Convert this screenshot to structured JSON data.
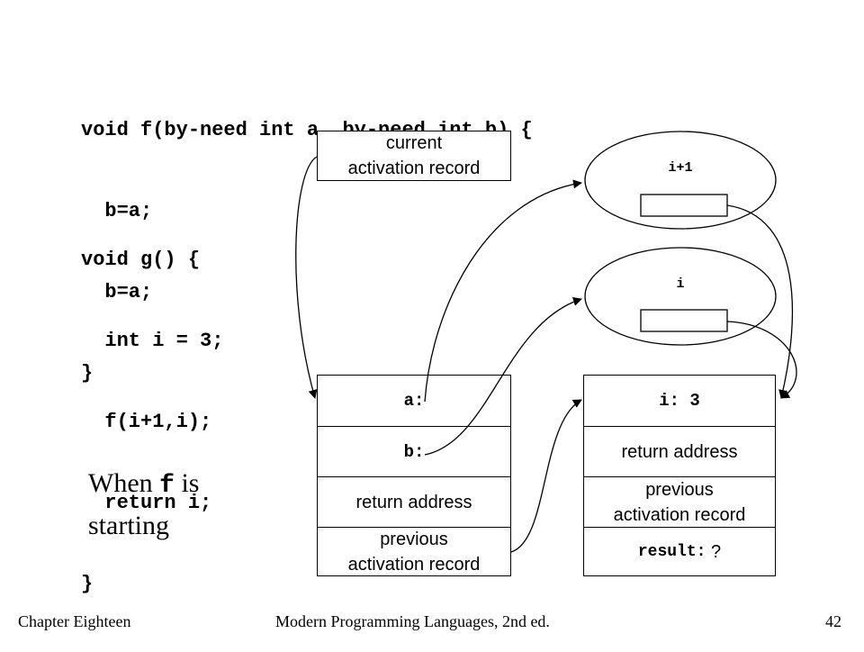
{
  "code": {
    "f_lines": [
      "void f(by-need int a, by-need int b) {",
      "  b=a;",
      "  b=a;",
      "}"
    ],
    "g_lines": [
      "void g() {",
      "  int i = 3;",
      "  f(i+1,i);",
      "  return i;",
      "}"
    ]
  },
  "current_ar": {
    "label_line1": "current",
    "label_line2": "activation record"
  },
  "thunks": {
    "top": {
      "label": "i+1"
    },
    "bottom": {
      "label": "i"
    }
  },
  "f_record": {
    "a_label": "a:",
    "b_label": "b:",
    "return_address": "return address",
    "prev_line1": "previous",
    "prev_line2": "activation record"
  },
  "g_record": {
    "i_label": "i: 3",
    "return_address": "return address",
    "prev_line1": "previous",
    "prev_line2": "activation record",
    "result_label": "result:",
    "result_value": " ?"
  },
  "caption": {
    "prefix": "When ",
    "keyword": "f",
    "suffix": " is",
    "line2": "starting"
  },
  "footer": {
    "chapter": "Chapter Eighteen",
    "book": "Modern Programming Languages, 2nd ed.",
    "page": "42"
  }
}
